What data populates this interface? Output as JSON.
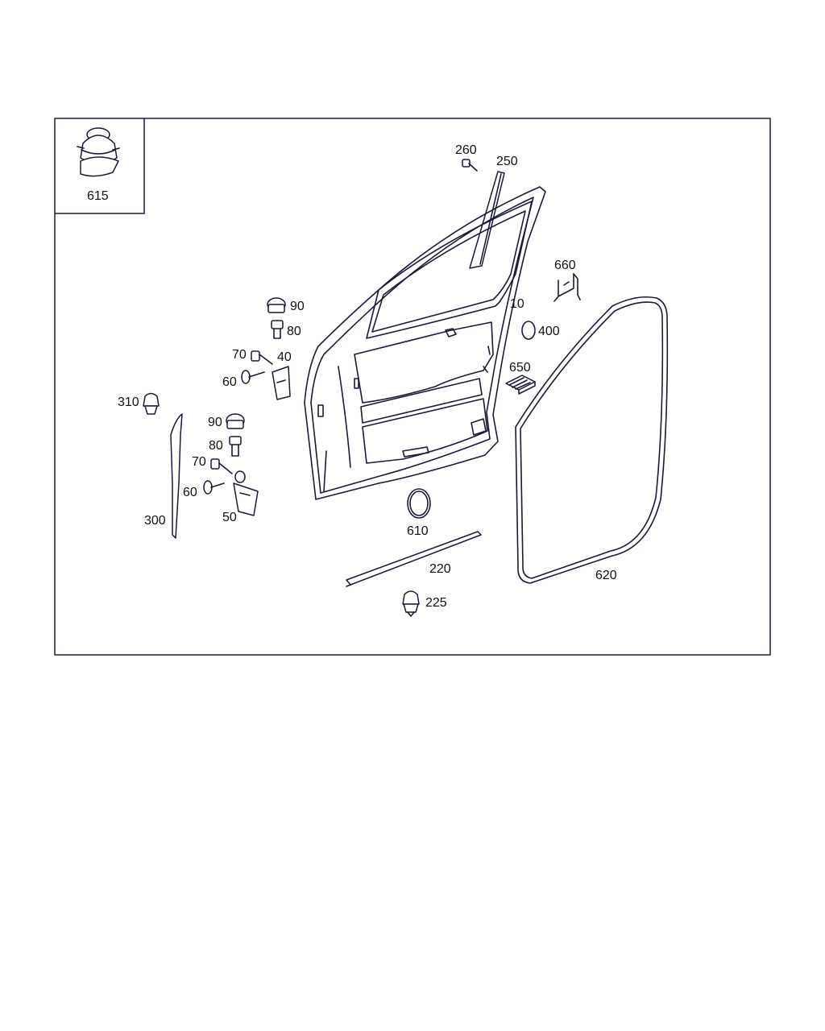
{
  "colors": {
    "frame": "#1a1a3a",
    "text": "#111111",
    "background": "#ffffff"
  },
  "labels": {
    "p615": "615",
    "p260": "260",
    "p250": "250",
    "p660": "660",
    "p10": "10",
    "p400": "400",
    "p90_top": "90",
    "p80_top": "80",
    "p70_top": "70",
    "p40": "40",
    "p60_top": "60",
    "p310": "310",
    "p650": "650",
    "p90_low": "90",
    "p80_low": "80",
    "p70_low": "70",
    "p60_low": "60",
    "p300": "300",
    "p50": "50",
    "p610": "610",
    "p220": "220",
    "p620": "620",
    "p225": "225"
  }
}
